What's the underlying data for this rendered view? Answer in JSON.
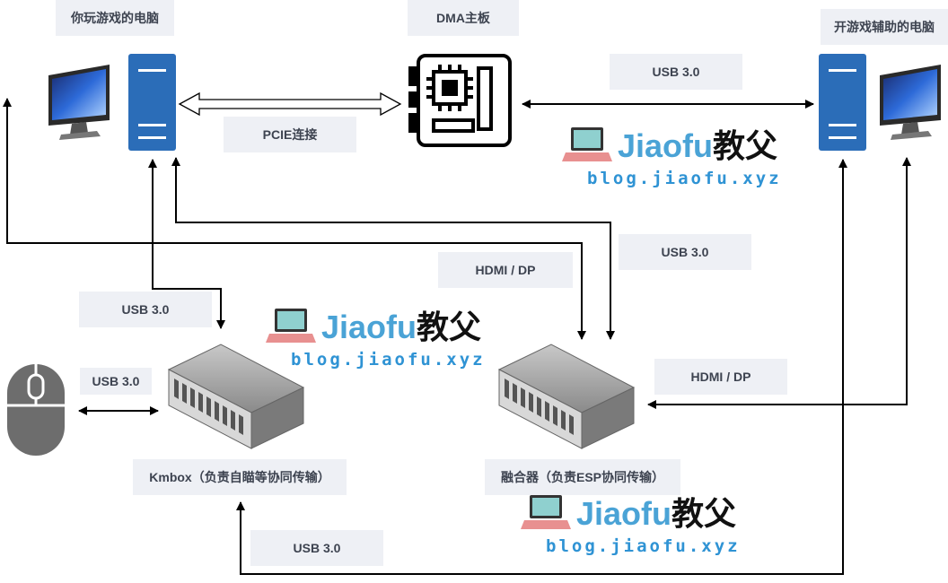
{
  "nodes": {
    "gaming_pc": "你玩游戏的电脑",
    "dma_board": "DMA主板",
    "cheat_pc": "开游戏辅助的电脑",
    "kmbox": "Kmbox（负责自瞄等协同传输）",
    "fuser": "融合器（负责ESP协同传输）"
  },
  "edges": {
    "pcie": "PCIE连接",
    "usb_dma_cheat": "USB 3.0",
    "usb_cheat_fuser": "USB 3.0",
    "hdmi_gaming_fuser": "HDMI / DP",
    "usb_gaming_kmbox": "USB 3.0",
    "usb_mouse_kmbox": "USB 3.0",
    "hdmi_fuser_cheat_monitor": "HDMI / DP",
    "usb_cheat_kmbox": "USB 3.0"
  },
  "watermark": {
    "brand_latin": "Jiaofu",
    "brand_cjk": "教父",
    "url": "blog.jiaofu.xyz",
    "icon": "laptop-icon"
  },
  "colors": {
    "tower": "#2b6db8",
    "label_bg": "#eef0f5",
    "brand_blue": "#4aa3d6"
  }
}
